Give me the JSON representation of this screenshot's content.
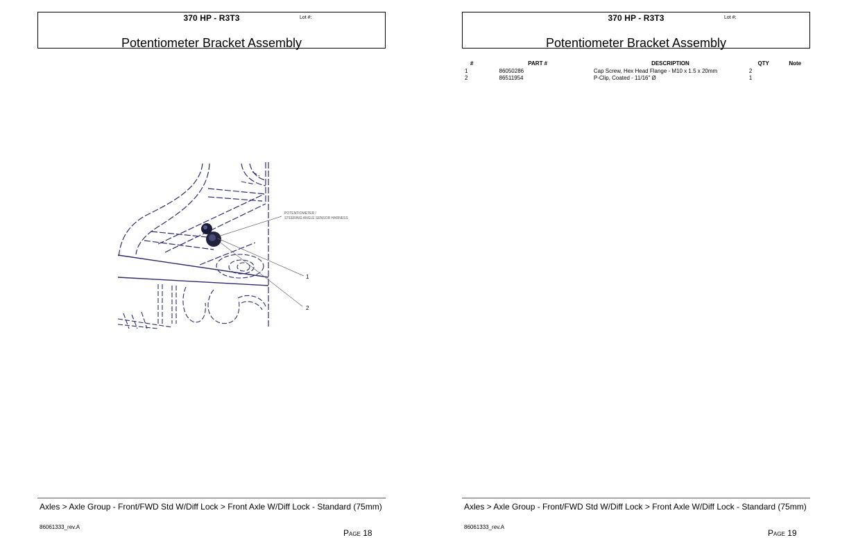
{
  "pages": [
    {
      "model": "370 HP - R3T3",
      "lot_label": "Lot #:",
      "title": "Potentiometer Bracket Assembly",
      "breadcrumb": "Axles > Axle Group - Front/FWD Std W/Diff Lock > Front Axle W/Diff Lock - Standard (75mm)",
      "doc_number": "86061333_rev.A",
      "page_word": "Page",
      "page_number": "18",
      "drawing": {
        "label_line1": "POTENTIOMETER /",
        "label_line2": "STEERING ANGLE SENSOR HARNESS",
        "callouts": [
          "1",
          "2"
        ]
      }
    },
    {
      "model": "370 HP - R3T3",
      "lot_label": "Lot #:",
      "title": "Potentiometer Bracket Assembly",
      "breadcrumb": "Axles > Axle Group - Front/FWD Std W/Diff Lock > Front Axle W/Diff Lock - Standard (75mm)",
      "doc_number": "86061333_rev.A",
      "page_word": "Page",
      "page_number": "19",
      "table": {
        "headers": [
          "#",
          "PART #",
          "DESCRIPTION",
          "QTY",
          "Note"
        ],
        "rows": [
          [
            "1",
            "86050286",
            "Cap Screw, Hex Head Flange - M10 x 1.5 x 20mm",
            "2",
            ""
          ],
          [
            "2",
            "86511954",
            "P-Clip, Coated - 11/16\" Ø",
            "1",
            ""
          ]
        ]
      }
    }
  ],
  "colors": {
    "drawing_line": "#2a2a6e",
    "leader_line": "#666666",
    "footer_rule": "#555555"
  }
}
